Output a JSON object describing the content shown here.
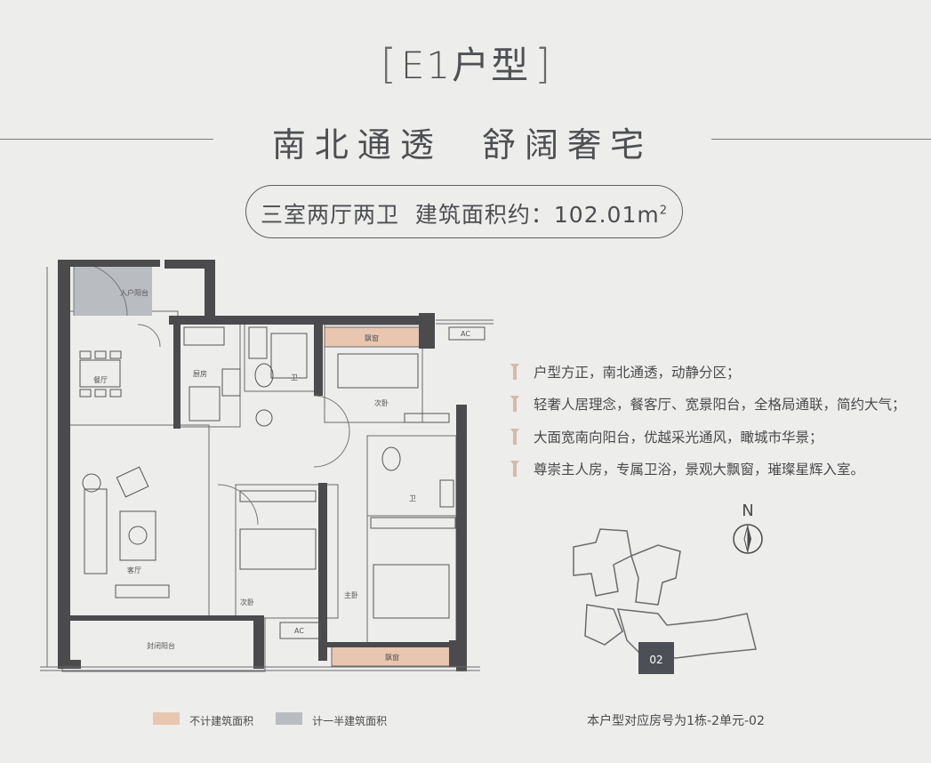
{
  "header": {
    "bracket_left": "[",
    "title": "E1户型",
    "bracket_right": "]",
    "subtitle": "南北通透  舒阔奢宅",
    "spec": "三室两厅两卫  建筑面积约：102.01m",
    "spec_sup": "2"
  },
  "rooms": {
    "entry_balcony": "入户阳台",
    "dining": "餐厅",
    "kitchen": "厨房",
    "bath1": "卫",
    "bay_window_top": "飘窗",
    "bedroom_north": "次卧",
    "bath2": "卫",
    "living": "客厅",
    "bedroom_middle": "次卧",
    "master": "主卧",
    "enclosed_balcony": "封闭阳台",
    "bay_window_bottom": "飘窗",
    "ac_top": "AC",
    "ac_bottom": "AC"
  },
  "features": [
    "户型方正，南北通透，动静分区；",
    "轻奢人居理念，餐客厅、宽景阳台，全格局通联，简约大气；",
    "大面宽南向阳台，优越采光通风，瞰城市华景；",
    "尊崇主人房，专属卫浴，景观大飘窗，璀璨星辉入室。"
  ],
  "legend": [
    {
      "label": "不计建筑面积",
      "color": "#e8c6b0"
    },
    {
      "label": "计一半建筑面积",
      "color": "#b9bcc1"
    }
  ],
  "compass": {
    "label": "N"
  },
  "site_plan": {
    "unit_label": "02",
    "highlight_color": "#4c4f56"
  },
  "room_caption": "本户型对应房号为1栋-2单元-02",
  "colors": {
    "background": "#ededec",
    "wall": "#4b4b4e",
    "accent": "#c8a796"
  }
}
